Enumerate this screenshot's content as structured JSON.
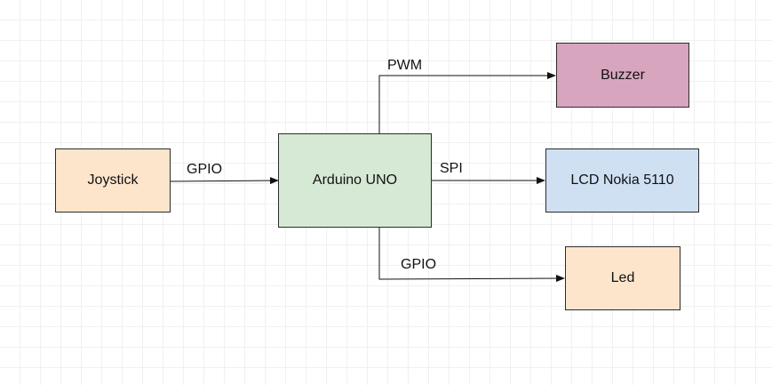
{
  "diagram": {
    "nodes": {
      "joystick": {
        "label": "Joystick",
        "color": "#fde5cc"
      },
      "arduino": {
        "label": "Arduino UNO",
        "color": "#d6e9d4"
      },
      "buzzer": {
        "label": "Buzzer",
        "color": "#d8a5bf"
      },
      "lcd": {
        "label": "LCD Nokia 5110",
        "color": "#cfe0f3"
      },
      "led": {
        "label": "Led",
        "color": "#fde5cc"
      }
    },
    "edges": {
      "joystick_to_arduino": {
        "from": "Joystick",
        "to": "Arduino UNO",
        "label": "GPIO"
      },
      "arduino_to_buzzer": {
        "from": "Arduino UNO",
        "to": "Buzzer",
        "label": "PWM"
      },
      "arduino_to_lcd": {
        "from": "Arduino UNO",
        "to": "LCD Nokia 5110",
        "label": "SPI"
      },
      "arduino_to_led": {
        "from": "Arduino UNO",
        "to": "Led",
        "label": "GPIO"
      }
    }
  }
}
